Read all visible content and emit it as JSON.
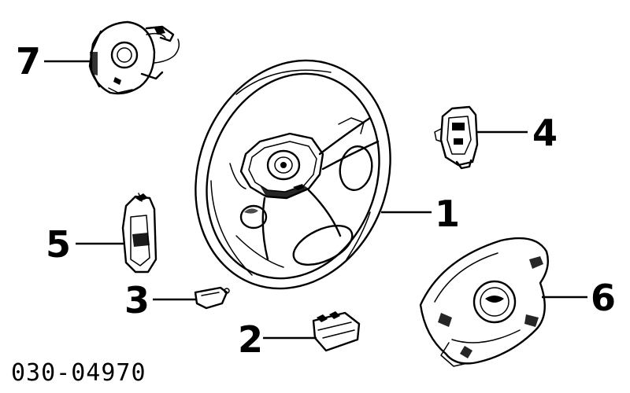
{
  "callouts": {
    "c1": "1",
    "c2": "2",
    "c3": "3",
    "c4": "4",
    "c5": "5",
    "c6": "6",
    "c7": "7"
  },
  "part_number": "030-04970"
}
